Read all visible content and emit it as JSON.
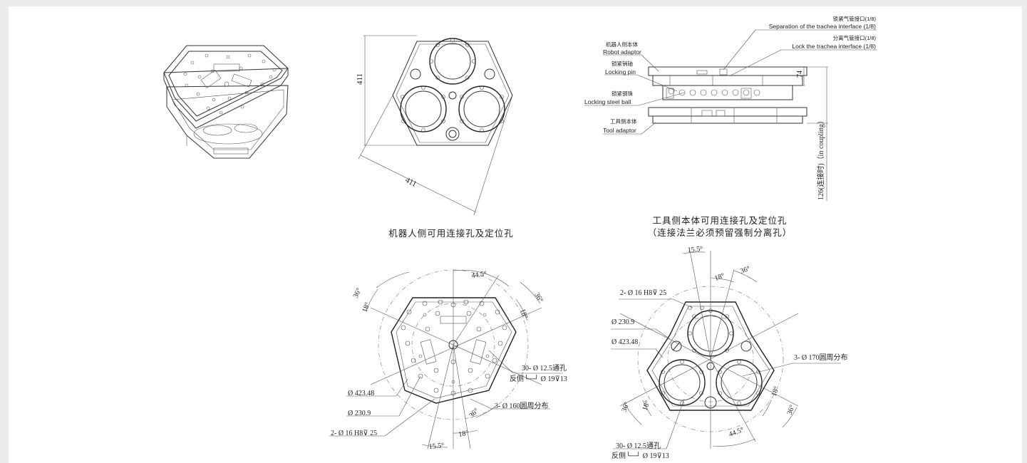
{
  "titles": {
    "robot_side": "机器人侧可用连接孔及定位孔",
    "tool_side_1": "工具侧本体可用连接孔及定位孔",
    "tool_side_2": "（连接法兰必须预留强制分离孔）"
  },
  "callouts": {
    "sep_cn": "锁紧气管接口(1/8)",
    "sep_en": "Separation of the trachea interface (1/8)",
    "lock_cn": "分离气管接口(1/8)",
    "lock_en": "Lock the trachea interface (1/8)",
    "robot_cn": "机器人侧本体",
    "robot_en": "Robot adaptor",
    "pin_cn": "锁紧销轴",
    "pin_en": "Locking pin",
    "ball_cn": "锁紧钢珠",
    "ball_en": "Locking steel ball",
    "tool_cn": "工具侧本体",
    "tool_en": "Tool adaptor"
  },
  "dims": {
    "height_411": "411",
    "diag_411": "411",
    "h74": "74",
    "h126": "126(连接时)（in coupling）",
    "r_a445": "44.5°",
    "r_a36a": "36°",
    "r_a18a": "18°",
    "r_a36b": "36°",
    "r_a18b": "18°",
    "r_holes": "30- Ø 12.5通孔",
    "r_back": "反侧└─┘ Ø 19⊽13",
    "r_d423": "Ø 423.48",
    "r_d230": "Ø 230.9",
    "r_pin": "2- Ø 16 H8⊽ 25",
    "r_pcd": "3- Ø 160圆周分布",
    "r_a36c": "36°",
    "r_a18c": "18°",
    "r_a155": "15.5°",
    "t_a155": "15.5°",
    "t_a18a": "18°",
    "t_a36a": "36°",
    "t_pin": "2- Ø 16 H8⊽ 25",
    "t_d230": "Ø 230.9",
    "t_d423": "Ø 423.48",
    "t_pcd": "3- Ø 170圆周分布",
    "t_a36b": "36°",
    "t_a18b": "18°",
    "t_a18c": "18°",
    "t_a36c": "36°",
    "t_a445": "44.5°",
    "t_holes": "30- Ø 12.5通孔",
    "t_back": "反侧└─┘ Ø 19⊽13"
  }
}
